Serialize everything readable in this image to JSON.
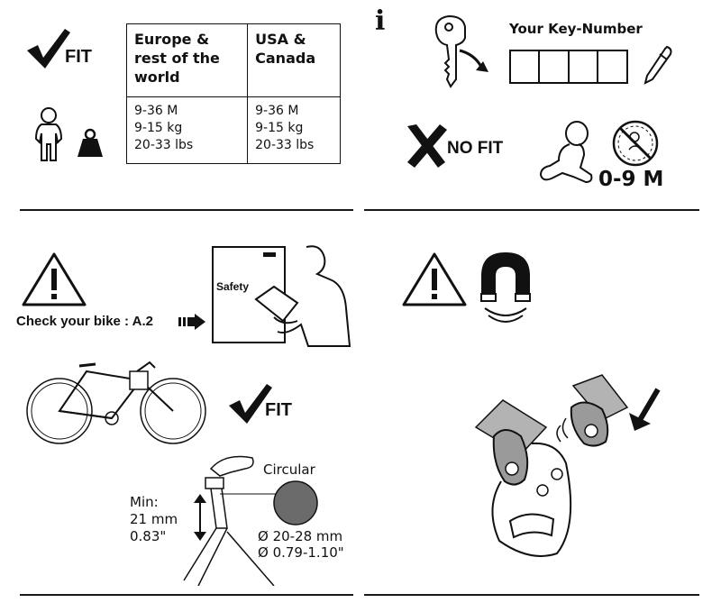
{
  "fit_section": {
    "fit_label": "FIT",
    "table": {
      "headers": [
        "Europe & rest of the world",
        "USA & Canada"
      ],
      "rows": [
        [
          "9-36 M",
          "9-36 M"
        ],
        [
          "9-15 kg",
          "9-15 kg"
        ],
        [
          "20-33 lbs",
          "20-33 lbs"
        ]
      ]
    }
  },
  "info_section": {
    "info_icon_glyph": "i",
    "key_number_title": "Your Key-Number",
    "no_fit_label": "NO FIT",
    "age_label": "0-9 M"
  },
  "bike_section": {
    "check_bike_label": "Check your bike : A.2",
    "manual_label": "Safety",
    "fit_label": "FIT",
    "circular_label": "Circular",
    "min_label": "Min:",
    "min_mm": "21 mm",
    "min_in": "0.83\"",
    "diameter_mm": "Ø 20-28 mm",
    "diameter_in": "Ø 0.79-1.10\""
  },
  "magnet_section": {}
}
